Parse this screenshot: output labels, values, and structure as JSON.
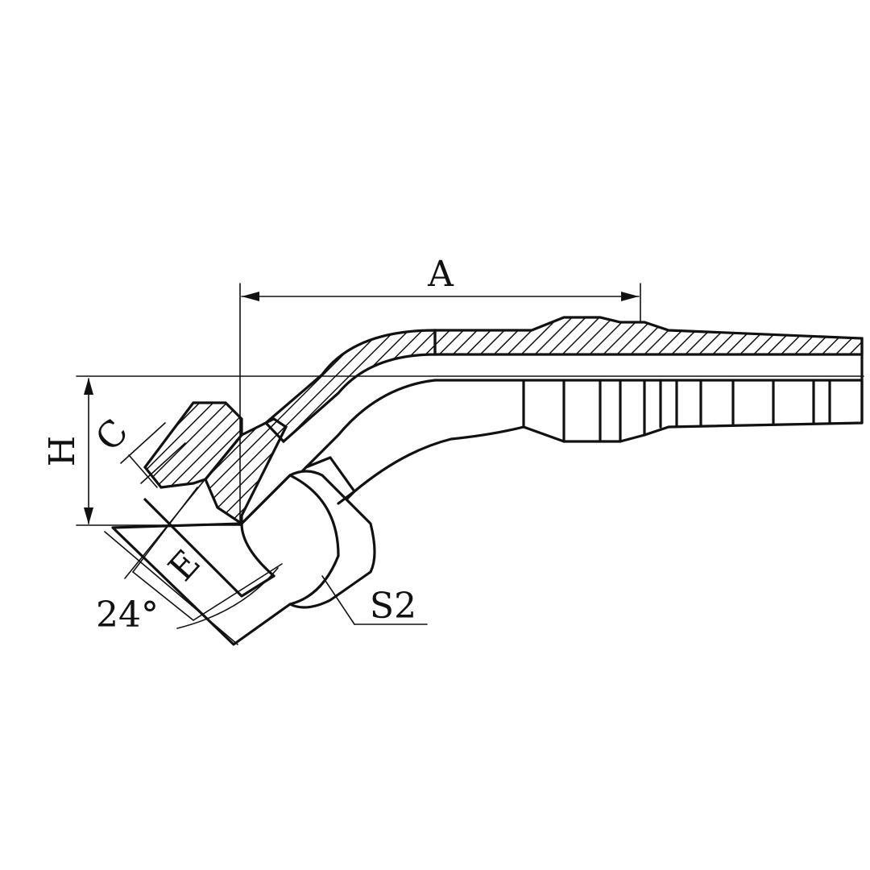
{
  "diagram": {
    "labels": {
      "A": "A",
      "H": "H",
      "C": "C",
      "E": "E",
      "angle": "24°",
      "S2": "S2"
    },
    "colors": {
      "ink": "#111111",
      "background": "#ffffff"
    }
  }
}
